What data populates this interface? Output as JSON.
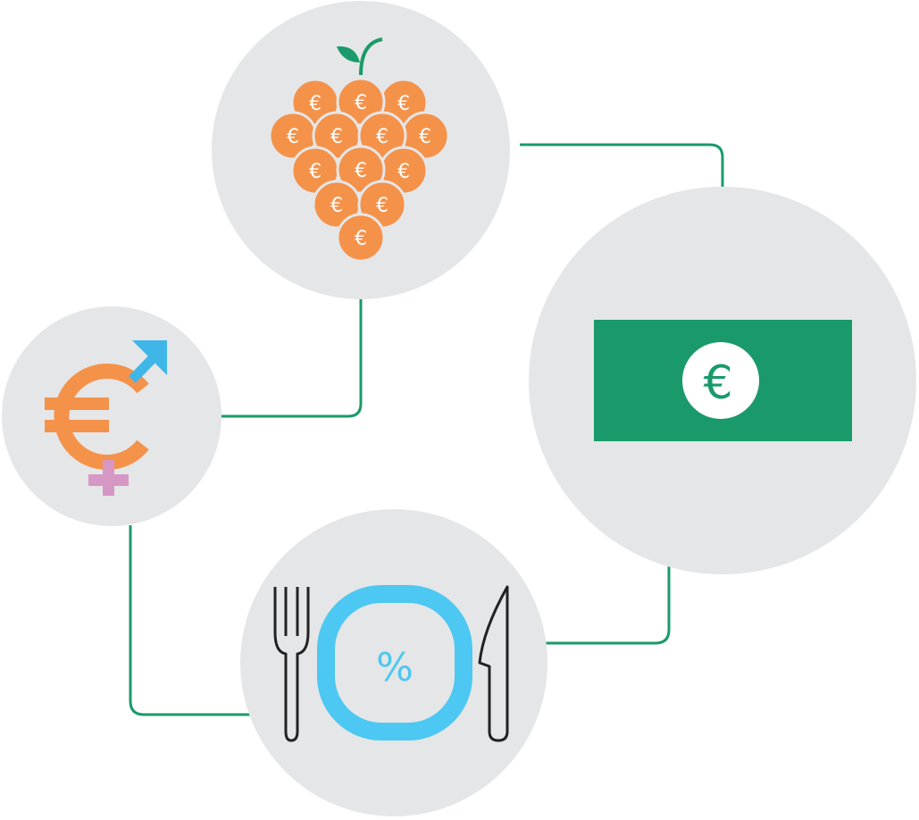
{
  "symbols": {
    "euro": "€",
    "percent": "%"
  },
  "colors": {
    "circle_bg": "#e5e6e7",
    "connector": "#1a9a6a",
    "grape_coin": "#f4924a",
    "grape_text": "#ffffff",
    "stem_leaf": "#1a9a6a",
    "banknote": "#1a9a6a",
    "banknote_disc": "#ffffff",
    "gender_euro": "#f4924a",
    "male_arrow": "#3fb6e8",
    "female_cross": "#d697c4",
    "plate": "#4cc8f2",
    "percent_text": "#4cc8f2",
    "cutlery": "#222222"
  },
  "nodes": [
    {
      "id": "grape-euro",
      "icon": "grape-of-euro-coins-icon"
    },
    {
      "id": "banknote",
      "icon": "euro-banknote-icon"
    },
    {
      "id": "gender-pay",
      "icon": "gender-euro-icon"
    },
    {
      "id": "food-tax",
      "icon": "plate-percent-cutlery-icon"
    }
  ]
}
